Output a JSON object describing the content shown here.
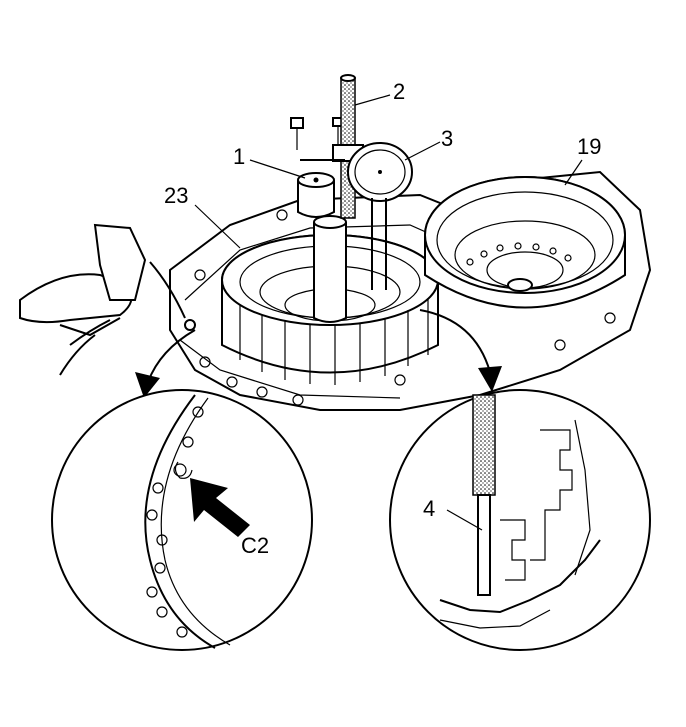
{
  "callouts": {
    "c1": "1",
    "c2": "2",
    "c3": "3",
    "c4": "4",
    "c19": "19",
    "c23": "23",
    "cC2": "C2"
  },
  "colors": {
    "ink": "#000000",
    "paper": "#ffffff"
  }
}
